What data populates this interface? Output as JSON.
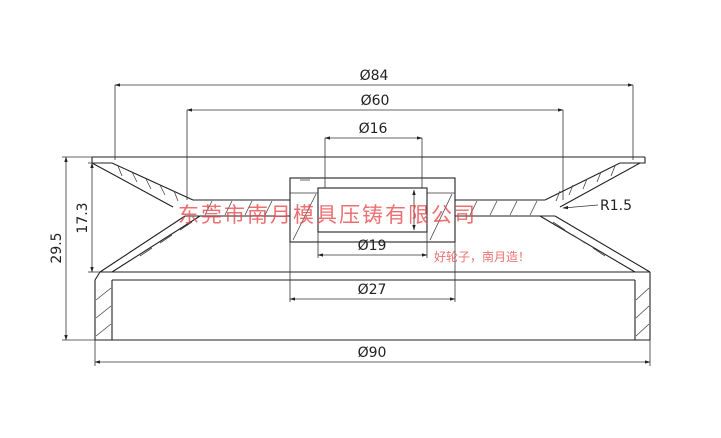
{
  "dimensions": {
    "d84": "Ø84",
    "d60": "Ø60",
    "d16": "Ø16",
    "d19": "Ø19",
    "d27": "Ø27",
    "d90": "Ø90",
    "h29_5": "29.5",
    "h17_3": "17.3",
    "radius": "R1.5"
  },
  "watermark": {
    "main": "东莞市南月模具压铸有限公司",
    "sub": "好轮子，南月造！"
  },
  "colors": {
    "line": "#222222",
    "watermark": "#e8474a",
    "background": "#ffffff"
  }
}
